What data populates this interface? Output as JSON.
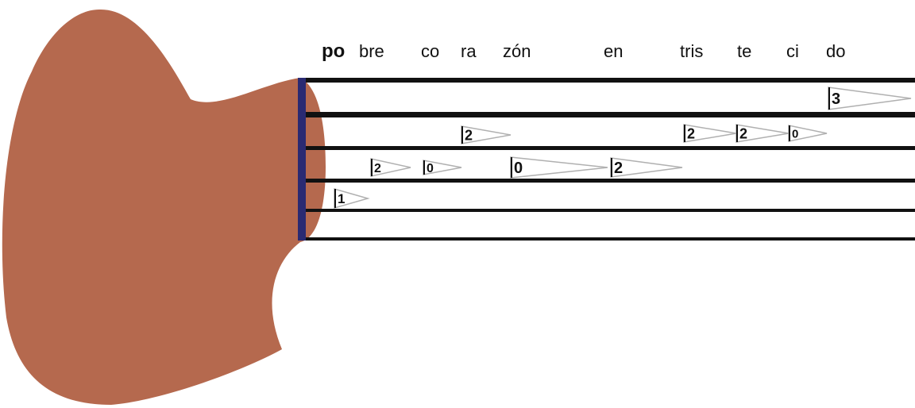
{
  "colors": {
    "body": "#b5694e",
    "nut": "#2a2a72",
    "string": "#111111",
    "marker_fill": "#ffffff",
    "marker_stroke": "#b0b0b0"
  },
  "lyrics": [
    "po",
    "bre",
    "co",
    "ra",
    "zón",
    "en",
    "tris",
    "te",
    "ci",
    "do"
  ],
  "notes": [
    {
      "syllable": "po",
      "string": 4,
      "fret": "1",
      "duration": 1
    },
    {
      "syllable": "bre",
      "string": 3,
      "fret": "2",
      "duration": 1
    },
    {
      "syllable": "co",
      "string": 3,
      "fret": "0",
      "duration": 1
    },
    {
      "syllable": "ra",
      "string": 2,
      "fret": "2",
      "duration": 1
    },
    {
      "syllable": "zón",
      "string": 3,
      "fret": "0",
      "duration": 3
    },
    {
      "syllable": "en",
      "string": 3,
      "fret": "2",
      "duration": 2
    },
    {
      "syllable": "tris",
      "string": 2,
      "fret": "2",
      "duration": 1
    },
    {
      "syllable": "te",
      "string": 2,
      "fret": "2",
      "duration": 1
    },
    {
      "syllable": "ci",
      "string": 2,
      "fret": "0",
      "duration": 1
    },
    {
      "syllable": "do",
      "string": 1,
      "fret": "3",
      "duration": 2
    }
  ]
}
